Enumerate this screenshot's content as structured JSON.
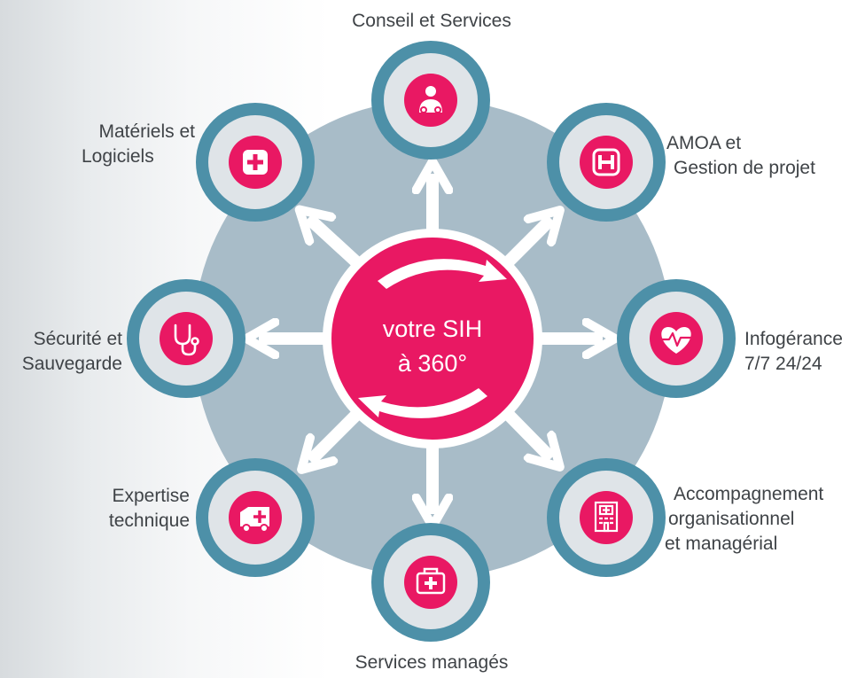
{
  "hub": {
    "line1": "votre SIH",
    "line2": "à 360°"
  },
  "nodes": [
    {
      "id": "conseil",
      "icon": "doctor-icon",
      "lines": [
        "Conseil et Services"
      ]
    },
    {
      "id": "amoa",
      "icon": "hospital-h-icon",
      "lines": [
        "AMOA et",
        "Gestion de projet"
      ]
    },
    {
      "id": "infogerance",
      "icon": "heartbeat-icon",
      "lines": [
        "Infogérance",
        "7/7 24/24"
      ]
    },
    {
      "id": "accompagnement",
      "icon": "hospital-building-icon",
      "lines": [
        "Accompagnement",
        "organisationnel",
        "et managérial"
      ]
    },
    {
      "id": "services",
      "icon": "medical-kit-icon",
      "lines": [
        "Services managés"
      ]
    },
    {
      "id": "expertise",
      "icon": "ambulance-icon",
      "lines": [
        "Expertise",
        "technique"
      ]
    },
    {
      "id": "securite",
      "icon": "stethoscope-icon",
      "lines": [
        "Sécurité et",
        "Sauvegarde"
      ]
    },
    {
      "id": "materiels",
      "icon": "medical-cross-icon",
      "lines": [
        "Matériels et",
        "Logiciels"
      ]
    }
  ],
  "colors": {
    "ring": "#a8bcc8",
    "node_outer": "#4d90a8",
    "node_inner": "#dfe4e8",
    "accent": "#e91863",
    "arrow": "#ffffff",
    "text": "#3f4347"
  }
}
